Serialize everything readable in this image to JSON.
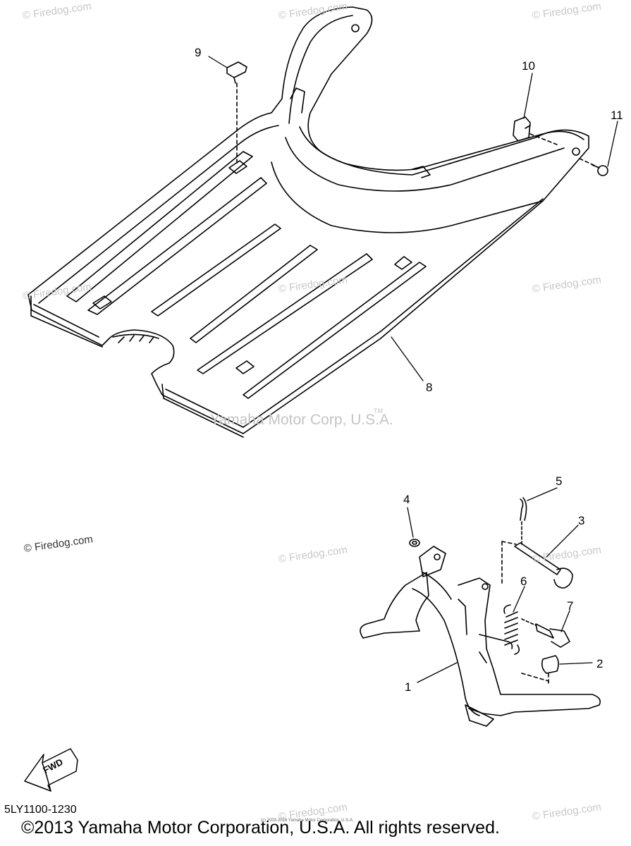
{
  "callouts": [
    {
      "id": "1",
      "label": "1"
    },
    {
      "id": "2",
      "label": "2"
    },
    {
      "id": "3",
      "label": "3"
    },
    {
      "id": "4",
      "label": "4"
    },
    {
      "id": "5",
      "label": "5"
    },
    {
      "id": "6",
      "label": "6"
    },
    {
      "id": "7",
      "label": "7"
    },
    {
      "id": "8",
      "label": "8"
    },
    {
      "id": "9",
      "label": "9"
    },
    {
      "id": "10",
      "label": "10"
    },
    {
      "id": "11",
      "label": "11"
    }
  ],
  "watermark": {
    "text": "© Firedog.com",
    "corp_text": "Yamaha Motor Corp, U.S.A.",
    "tm": "TM"
  },
  "fwd_label": "FWD",
  "diagram_code": "5LY1100-1230",
  "copyright": "©2013 Yamaha Motor Corporation, U.S.A. All rights reserved.",
  "fine_print": "(c) 2003-2016 Yamaha Motor Corporation, U.S.A.",
  "colors": {
    "line": "#000000",
    "watermark": "#c8c8c8",
    "background": "#ffffff"
  }
}
